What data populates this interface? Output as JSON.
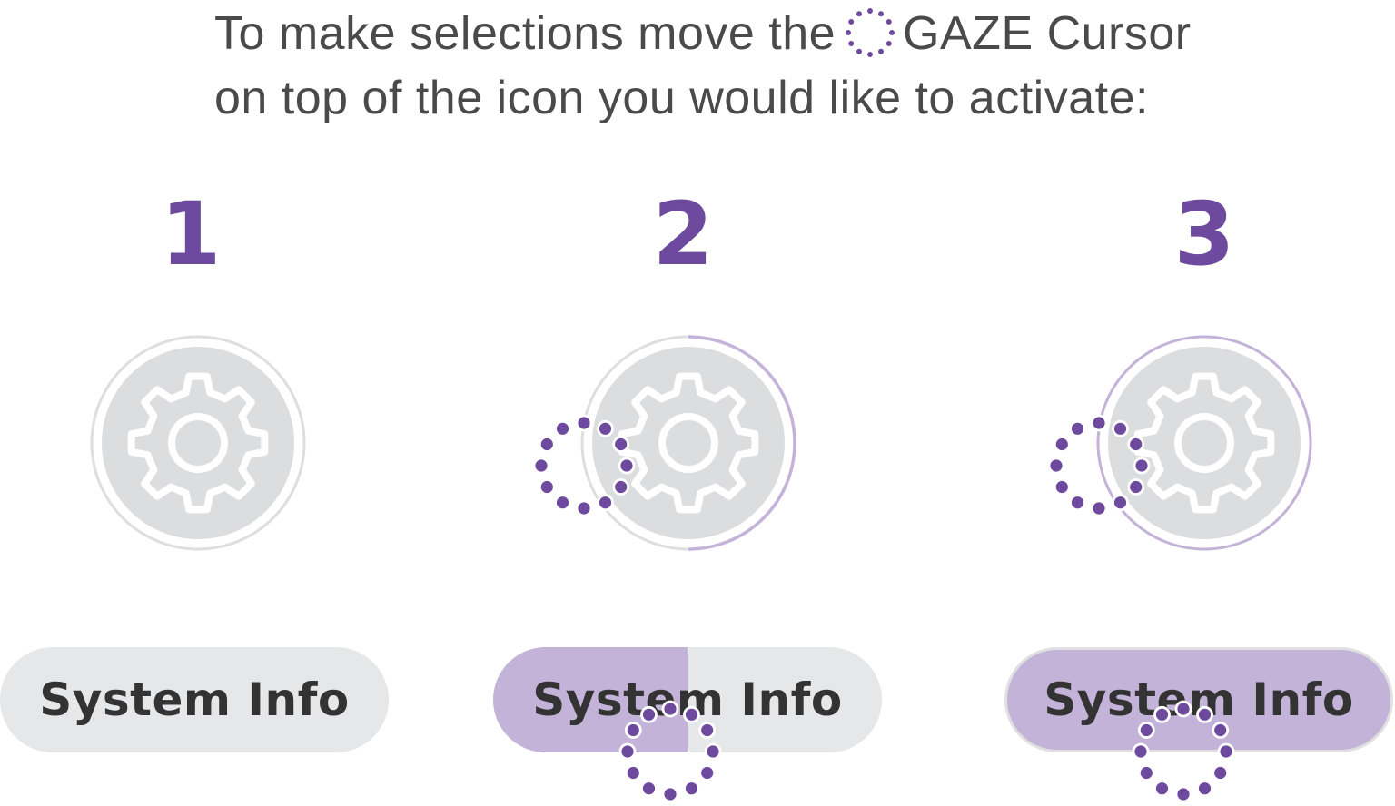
{
  "instructions": {
    "line1_before": "To make selections move the",
    "line1_after": "GAZE Cursor",
    "line2": "on top of the icon you would like to activate:"
  },
  "steps": [
    {
      "number": "1",
      "button_label": "System Info",
      "dwell_progress": 0.0
    },
    {
      "number": "2",
      "button_label": "System Info",
      "dwell_progress": 0.5
    },
    {
      "number": "3",
      "button_label": "System Info",
      "dwell_progress": 1.0
    }
  ],
  "icons": {
    "cursor": "gaze-cursor-icon",
    "settings": "gear-icon"
  },
  "colors": {
    "accent": "#6e4a9e",
    "accent_light": "#c3b3d8",
    "ring_idle": "#d0d0d0",
    "button_idle": "#e6e7e8",
    "text": "#333333",
    "instruction_text": "#4a4a4a"
  }
}
